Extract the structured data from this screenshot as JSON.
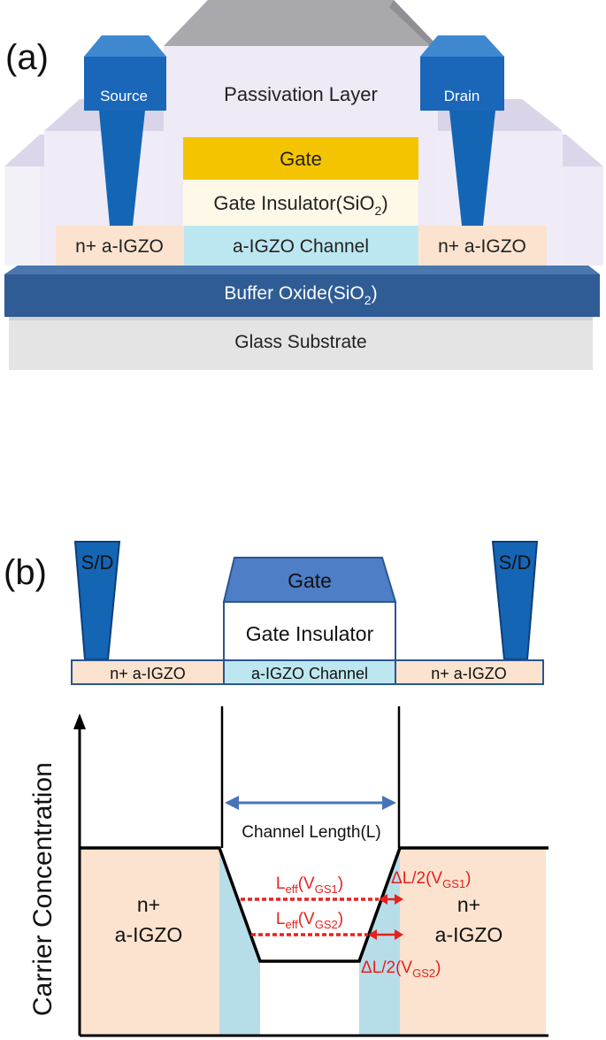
{
  "panel_a": {
    "label": "(a)",
    "source": "Source",
    "drain": "Drain",
    "passivation": "Passivation Layer",
    "gate": "Gate",
    "gate_insulator": "Gate Insulator(SiO",
    "gate_insulator_sub": "2",
    "gate_insulator_close": ")",
    "n_plus_left": "n+ a-IGZO",
    "n_plus_right": "n+ a-IGZO",
    "channel": "a-IGZO Channel",
    "buffer": "Buffer Oxide(SiO",
    "buffer_sub": "2",
    "buffer_close": ")",
    "substrate": "Glass Substrate"
  },
  "panel_b": {
    "label": "(b)",
    "sd_left": "S/D",
    "sd_right": "S/D",
    "gate": "Gate",
    "gate_insulator": "Gate Insulator",
    "n_plus_left": "n+ a-IGZO",
    "channel": "a-IGZO Channel",
    "n_plus_right": "n+ a-IGZO",
    "y_axis_label": "Carrier Concentration",
    "channel_length": "Channel Length(L)",
    "region_left_line1": "n+",
    "region_left_line2": "a-IGZO",
    "region_right_line1": "n+",
    "region_right_line2": "a-IGZO",
    "leff1_main": "L",
    "leff1_sub": "eff",
    "leff1_arg": "(V",
    "leff1_arg_sub": "GS1",
    "leff1_close": ")",
    "leff2_main": "L",
    "leff2_sub": "eff",
    "leff2_arg": "(V",
    "leff2_arg_sub": "GS2",
    "leff2_close": ")",
    "dl1_main": "ΔL/2(V",
    "dl1_sub": "GS1",
    "dl1_close": ")",
    "dl2_main": "ΔL/2(V",
    "dl2_sub": "GS2",
    "dl2_close": ")"
  },
  "colors": {
    "electrode_blue": "#1565b5",
    "gate_gold": "#f5c400",
    "insulator_cream": "#fdf8e8",
    "channel_cyan": "#bde7f0",
    "n_plus_peach": "#fbe3cf",
    "buffer_navy": "#345f95",
    "substrate_grey": "#e3e3e3",
    "passivation_lavender": "#eeeaf6",
    "gate_b_blue": "#4d7ec6",
    "annotation_red": "#e6211f",
    "arrow_blue": "#4674b8"
  }
}
